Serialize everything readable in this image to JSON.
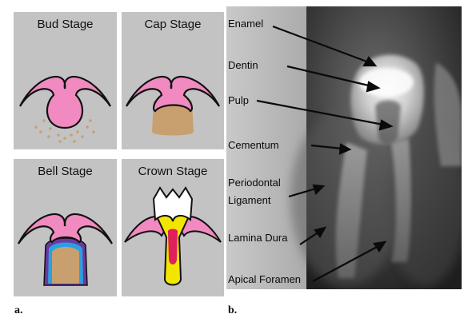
{
  "panel_a": {
    "label": "a.",
    "stages": [
      "Bud Stage",
      "Cap Stage",
      "Bell Stage",
      "Crown Stage"
    ]
  },
  "panel_b": {
    "label": "b.",
    "structures": [
      "Enamel",
      "Dentin",
      "Pulp",
      "Cementum",
      "Periodontal Ligament",
      "Lamina Dura",
      "Apical Foramen"
    ]
  },
  "colors": {
    "panel_bg": "#c3c3c3",
    "oral_epithelium": "#f08ac0",
    "mesenchyme": "#c8a070",
    "enamel_organ_blue": "#2aa0e0",
    "enamel_organ_purple": "#6a3aa0",
    "crown_yellow": "#f2e600",
    "crown_pulp_red": "#e0205a"
  }
}
